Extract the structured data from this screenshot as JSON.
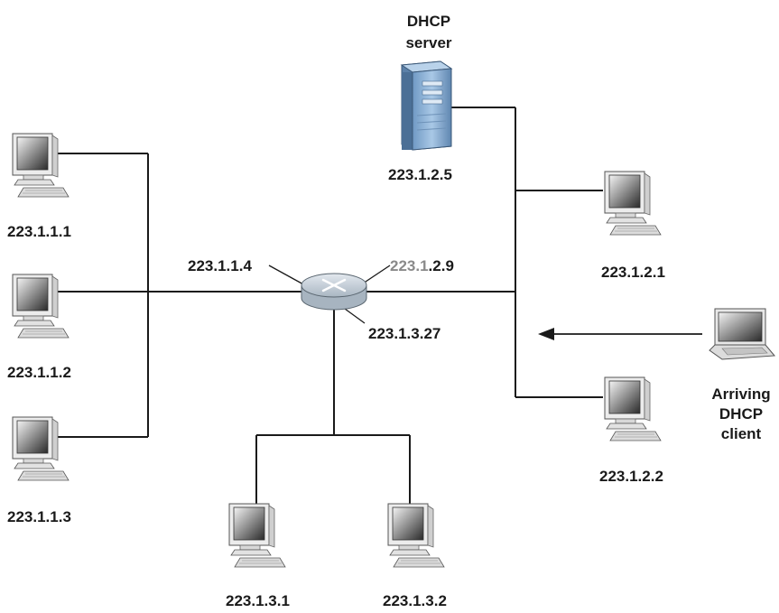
{
  "server": {
    "title_line1": "DHCP",
    "title_line2": "server",
    "ip": "223.1.2.5"
  },
  "subnet1": {
    "hosts": [
      "223.1.1.1",
      "223.1.1.2",
      "223.1.1.3"
    ]
  },
  "subnet2": {
    "hosts": [
      "223.1.2.1",
      "223.1.2.2"
    ]
  },
  "subnet3": {
    "hosts": [
      "223.1.3.1",
      "223.1.3.2"
    ]
  },
  "router": {
    "iface_subnet1": "223.1.1.4",
    "iface_subnet2_prefix": "223.1",
    "iface_subnet2_suffix": ".2.9",
    "iface_subnet3": "223.1.3.27"
  },
  "client": {
    "line1": "Arriving",
    "line2": "DHCP",
    "line3": "client"
  },
  "colors": {
    "line": "#1a1a1a",
    "label": "#1a1a1a",
    "faded_label": "#8a8a8a",
    "router_fill": "#c9d3dc",
    "server_fill": "#8fb3d6"
  }
}
